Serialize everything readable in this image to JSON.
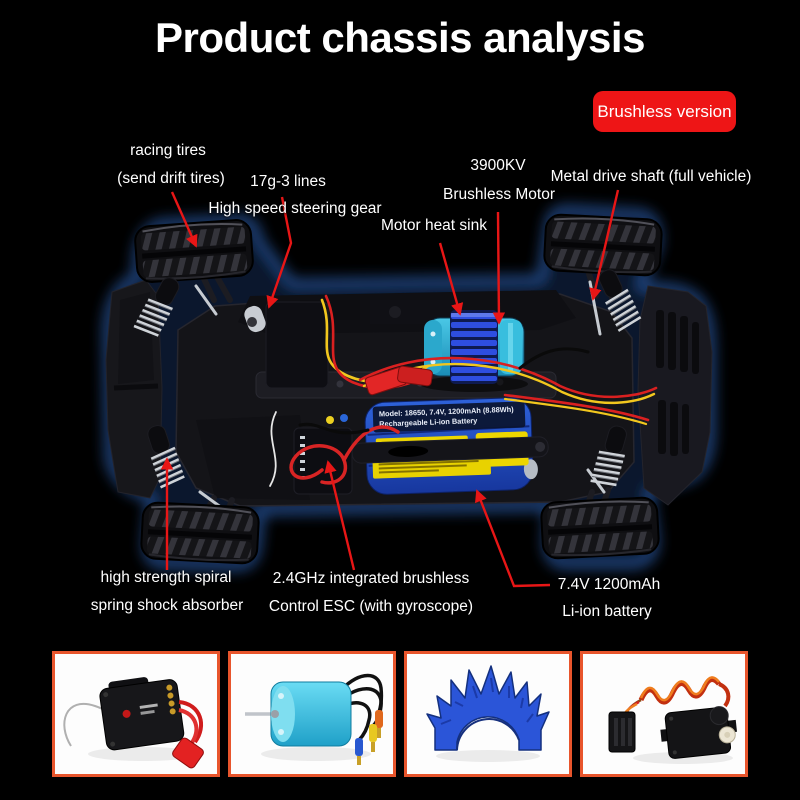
{
  "title": "Product chassis analysis",
  "badge": {
    "label": "Brushless version",
    "bg": "#ee1516",
    "text_color": "#ffffff"
  },
  "callouts": {
    "racing_tires": {
      "line1": "racing tires",
      "line2": "(send drift tires)"
    },
    "steering": {
      "line1": "17g-3 lines",
      "line2": "High speed steering gear"
    },
    "motor": {
      "kv": "3900KV",
      "name": "Brushless Motor",
      "heat_sink": "Motor heat sink"
    },
    "drive_shaft": {
      "label": "Metal drive shaft (full vehicle)"
    },
    "shock": {
      "line1": "high strength spiral",
      "line2": "spring shock absorber"
    },
    "esc": {
      "line1": "2.4GHz integrated brushless",
      "line2": "Control ESC (with gyroscope)"
    },
    "battery": {
      "line1": "7.4V 1200mAh",
      "line2": "Li-ion battery"
    }
  },
  "chassis": {
    "battery_label": {
      "line1": "Model: 18650, 7.4V, 1200mAh (8.88Wh)",
      "line2": "Rechargeable Li-ion Battery"
    }
  },
  "product_icons": {
    "box1": "esc-receiver",
    "box2": "brushless-motor",
    "box3": "motor-heat-sink",
    "box4": "steering-servo"
  },
  "colors": {
    "background": "#000000",
    "accent_red": "#e81616",
    "badge_red": "#ee1516",
    "box_border_orange": "#e8552c",
    "glow_blue": "#3b7ce0",
    "motor_blue": "#35c4dc",
    "heatsink_blue": "#2e4ee0",
    "battery_blue": "#2e62da",
    "label_yellow": "#edd600"
  }
}
